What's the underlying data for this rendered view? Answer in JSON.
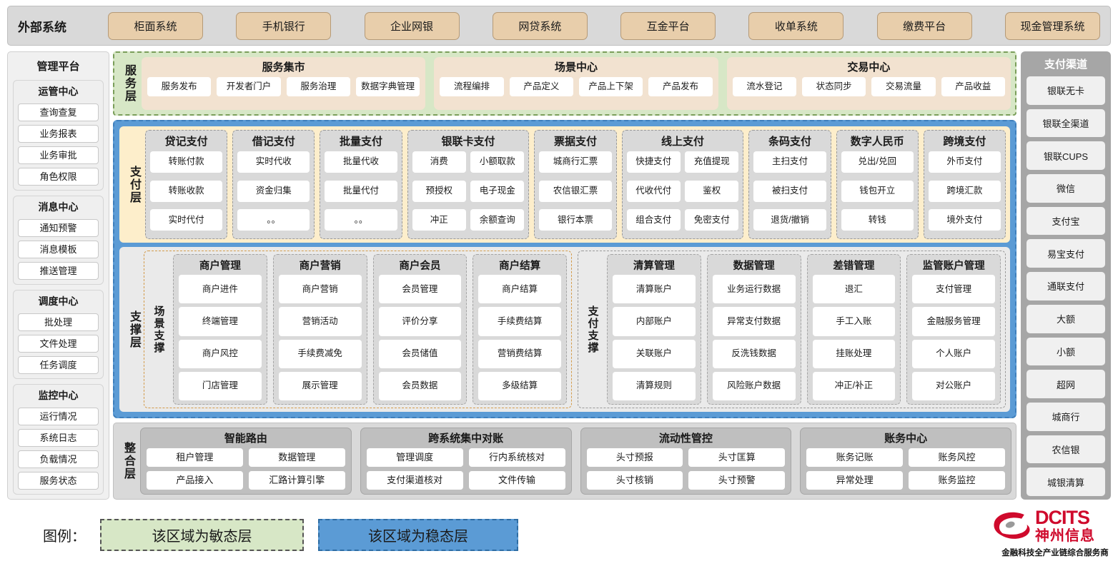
{
  "external": {
    "title": "外部系统",
    "items": [
      "柜面系统",
      "手机银行",
      "企业网银",
      "网贷系统",
      "互金平台",
      "收单系统",
      "缴费平台",
      "现金管理系统"
    ]
  },
  "management": {
    "title": "管理平台",
    "groups": [
      {
        "title": "运管中心",
        "items": [
          "查询查复",
          "业务报表",
          "业务审批",
          "角色权限"
        ]
      },
      {
        "title": "消息中心",
        "items": [
          "通知预警",
          "消息模板",
          "推送管理"
        ]
      },
      {
        "title": "调度中心",
        "items": [
          "批处理",
          "文件处理",
          "任务调度"
        ]
      },
      {
        "title": "监控中心",
        "items": [
          "运行情况",
          "系统日志",
          "负载情况",
          "服务状态"
        ]
      }
    ]
  },
  "service_layer": {
    "label": "服务层",
    "groups": [
      {
        "title": "服务集市",
        "items": [
          "服务发布",
          "开发者门户",
          "服务治理",
          "数据字典管理"
        ]
      },
      {
        "title": "场景中心",
        "items": [
          "流程编排",
          "产品定义",
          "产品上下架",
          "产品发布"
        ]
      },
      {
        "title": "交易中心",
        "items": [
          "流水登记",
          "状态同步",
          "交易流量",
          "产品收益"
        ]
      }
    ]
  },
  "payment_layer": {
    "label": "支付层",
    "groups": [
      {
        "title": "贷记支付",
        "cols": 1,
        "rows": [
          [
            "转账付款"
          ],
          [
            "转账收款"
          ],
          [
            "实时代付"
          ]
        ]
      },
      {
        "title": "借记支付",
        "cols": 1,
        "rows": [
          [
            "实时代收"
          ],
          [
            "资金归集"
          ],
          [
            "。。"
          ]
        ]
      },
      {
        "title": "批量支付",
        "cols": 1,
        "rows": [
          [
            "批量代收"
          ],
          [
            "批量代付"
          ],
          [
            "。。"
          ]
        ]
      },
      {
        "title": "银联卡支付",
        "cols": 2,
        "rows": [
          [
            "消费",
            "小额取款"
          ],
          [
            "预授权",
            "电子现金"
          ],
          [
            "冲正",
            "余额查询"
          ]
        ]
      },
      {
        "title": "票据支付",
        "cols": 1,
        "rows": [
          [
            "城商行汇票"
          ],
          [
            "农信银汇票"
          ],
          [
            "银行本票"
          ]
        ]
      },
      {
        "title": "线上支付",
        "cols": 2,
        "rows": [
          [
            "快捷支付",
            "充值提现"
          ],
          [
            "代收代付",
            "鉴权"
          ],
          [
            "组合支付",
            "免密支付"
          ]
        ]
      },
      {
        "title": "条码支付",
        "cols": 1,
        "rows": [
          [
            "主扫支付"
          ],
          [
            "被扫支付"
          ],
          [
            "退货/撤销"
          ]
        ]
      },
      {
        "title": "数字人民币",
        "cols": 1,
        "rows": [
          [
            "兑出/兑回"
          ],
          [
            "钱包开立"
          ],
          [
            "转钱"
          ]
        ]
      },
      {
        "title": "跨境支付",
        "cols": 1,
        "rows": [
          [
            "外币支付"
          ],
          [
            "跨境汇款"
          ],
          [
            "境外支付"
          ]
        ]
      }
    ]
  },
  "support_layer": {
    "label": "支撑层",
    "scene": {
      "label": "场景支撑",
      "groups": [
        {
          "title": "商户管理",
          "items": [
            "商户进件",
            "终端管理",
            "商户风控",
            "门店管理"
          ]
        },
        {
          "title": "商户营销",
          "items": [
            "商户营销",
            "营销活动",
            "手续费减免",
            "展示管理"
          ]
        },
        {
          "title": "商户会员",
          "items": [
            "会员管理",
            "评价分享",
            "会员储值",
            "会员数据"
          ]
        },
        {
          "title": "商户结算",
          "items": [
            "商户结算",
            "手续费结算",
            "营销费结算",
            "多级结算"
          ]
        }
      ]
    },
    "paysupport": {
      "label": "支付支撑",
      "groups": [
        {
          "title": "清算管理",
          "items": [
            "清算账户",
            "内部账户",
            "关联账户",
            "清算规则"
          ]
        },
        {
          "title": "数据管理",
          "items": [
            "业务运行数据",
            "异常支付数据",
            "反洗钱数据",
            "风险账户数据"
          ]
        },
        {
          "title": "差错管理",
          "items": [
            "退汇",
            "手工入账",
            "挂账处理",
            "冲正/补正"
          ]
        },
        {
          "title": "监管账户管理",
          "items": [
            "支付管理",
            "金融服务管理",
            "个人账户",
            "对公账户"
          ]
        }
      ]
    }
  },
  "integration_layer": {
    "label": "整合层",
    "groups": [
      {
        "title": "智能路由",
        "rows": [
          [
            "租户管理",
            "数据管理"
          ],
          [
            "产品接入",
            "汇路计算引擎"
          ]
        ]
      },
      {
        "title": "跨系统集中对账",
        "rows": [
          [
            "管理调度",
            "行内系统核对"
          ],
          [
            "支付渠道核对",
            "文件传输"
          ]
        ]
      },
      {
        "title": "流动性管控",
        "rows": [
          [
            "头寸预报",
            "头寸匡算"
          ],
          [
            "头寸核销",
            "头寸预警"
          ]
        ]
      },
      {
        "title": "账务中心",
        "rows": [
          [
            "账务记账",
            "账务风控"
          ],
          [
            "异常处理",
            "账务监控"
          ]
        ]
      }
    ]
  },
  "channels": {
    "title": "支付渠道",
    "items": [
      "银联无卡",
      "银联全渠道",
      "银联CUPS",
      "微信",
      "支付宝",
      "易宝支付",
      "通联支付",
      "大额",
      "小额",
      "超网",
      "城商行",
      "农信银",
      "城银清算"
    ]
  },
  "legend": {
    "label": "图例：",
    "agile": "该区域为敏态层",
    "stable": "该区域为稳态层"
  },
  "logo": {
    "en": "DCITS",
    "cn": "神州信息",
    "tagline": "金融科技全产业链综合服务商",
    "color": "#cf0a2c"
  },
  "colors": {
    "agile_green": "#d7e7c6",
    "stable_blue": "#5b9bd5",
    "payment_cream": "#fdeecb",
    "external_tan": "#e8ceab",
    "group_gray": "#d9d9d9"
  }
}
